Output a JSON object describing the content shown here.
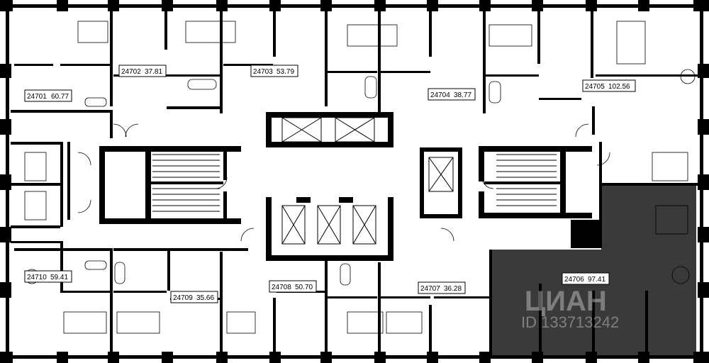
{
  "units": [
    {
      "id": "24701",
      "area": "60.77"
    },
    {
      "id": "24702",
      "area": "37.81"
    },
    {
      "id": "24703",
      "area": "53.79"
    },
    {
      "id": "24704",
      "area": "38.77"
    },
    {
      "id": "24705",
      "area": "102.56"
    },
    {
      "id": "24706",
      "area": "97.41"
    },
    {
      "id": "24707",
      "area": "36.28"
    },
    {
      "id": "24708",
      "area": "50.70"
    },
    {
      "id": "24709",
      "area": "35.66"
    },
    {
      "id": "24710",
      "area": "59.41"
    }
  ],
  "highlighted_unit": "24706",
  "colors": {
    "wall": "#000000",
    "highlight": "#3a3a3a",
    "background": "#ffffff"
  },
  "watermark": {
    "logo": "ЦИАН",
    "id_text": "ID 133713242"
  }
}
